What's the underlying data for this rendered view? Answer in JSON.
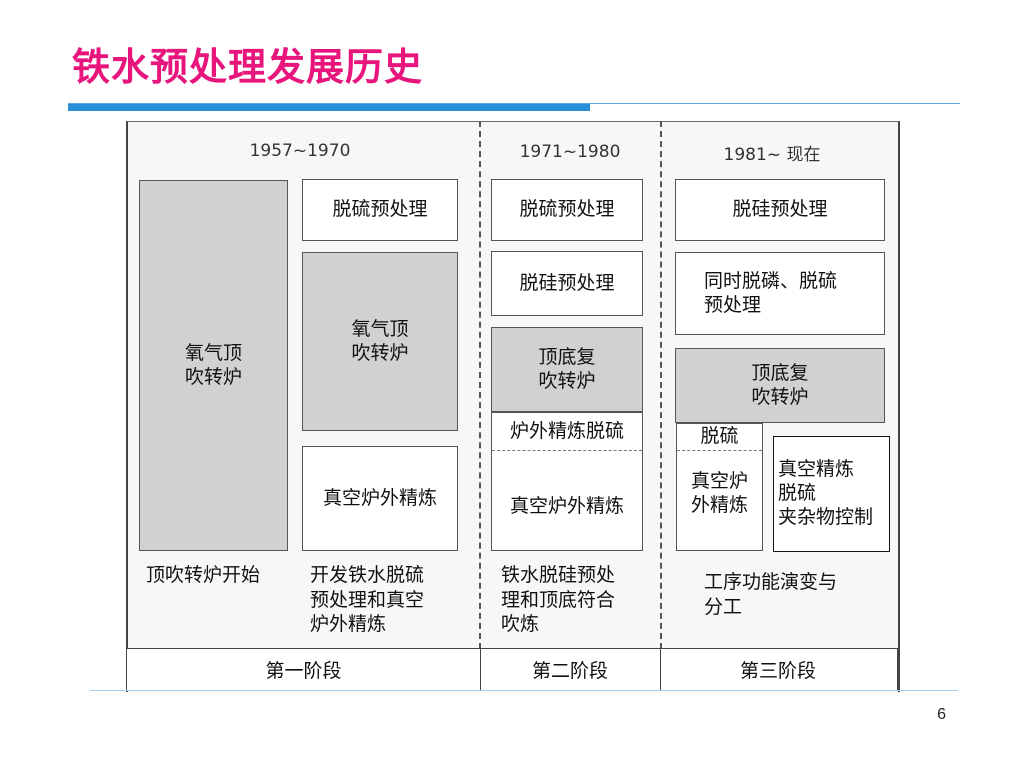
{
  "title": "铁水预处理发展历史",
  "page_number": "6",
  "periods": [
    "1957~1970",
    "1971~1980",
    "1981~ 现在"
  ],
  "col1": {
    "main_box": "氧气顶\n吹转炉",
    "box_desulf": "脱硫预处理",
    "box_converter": "氧气顶\n吹转炉",
    "box_vacuum": "真空炉外精炼",
    "caption_left": "顶吹转炉开始",
    "caption_right": "开发铁水脱硫\n预处理和真空\n炉外精炼"
  },
  "col2": {
    "box_desulf": "脱硫预处理",
    "box_desilicon": "脱硅预处理",
    "box_converter": "顶底复\n吹转炉",
    "box_outside": "炉外精炼脱硫",
    "box_vacuum": "真空炉外精炼",
    "caption": "铁水脱硅预处\n理和顶底符合\n吹炼"
  },
  "col3": {
    "box_desilicon": "脱硅预处理",
    "box_simultaneous": "同时脱磷、脱硫\n预处理",
    "box_converter": "顶底复\n吹转炉",
    "box_desulf_small": "脱硫",
    "box_vacuum": "真空炉\n外精炼",
    "box_vacuum_refine": "真空精炼\n脱硫\n夹杂物控制",
    "caption": "工序功能演变与\n分工"
  },
  "stages": [
    "第一阶段",
    "第二阶段",
    "第三阶段"
  ]
}
